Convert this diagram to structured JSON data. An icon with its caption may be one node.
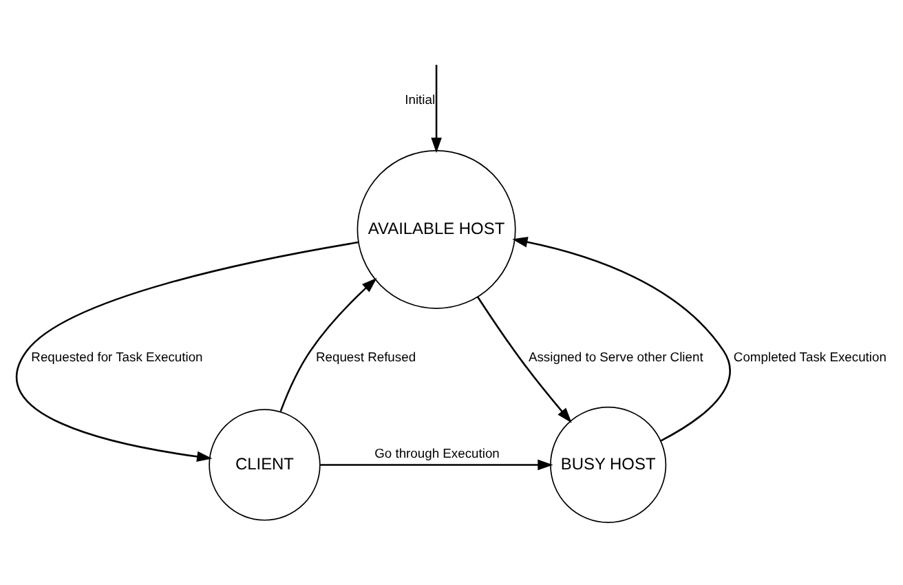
{
  "diagram": {
    "nodes": [
      {
        "text": [
          "AVAILABLE HOST"
        ]
      },
      {
        "text": [
          "CLIENT"
        ]
      },
      {
        "text": [
          "BUSY HOST"
        ]
      }
    ],
    "edges": [
      {
        "from": null,
        "to": 0,
        "arrow": "to",
        "label": "Initial"
      },
      {
        "from": 0,
        "to": 1,
        "arrow": "to",
        "label": "Requested for Task Execution"
      },
      {
        "from": 1,
        "to": 0,
        "arrow": "to",
        "label": "Request Refused"
      },
      {
        "from": 0,
        "to": 2,
        "arrow": "to",
        "label": "Assigned to Serve other Client"
      },
      {
        "from": 2,
        "to": 0,
        "arrow": "to",
        "label": "Completed Task Execution"
      },
      {
        "from": 1,
        "to": 2,
        "arrow": "to",
        "label": "Go through Execution"
      }
    ]
  }
}
